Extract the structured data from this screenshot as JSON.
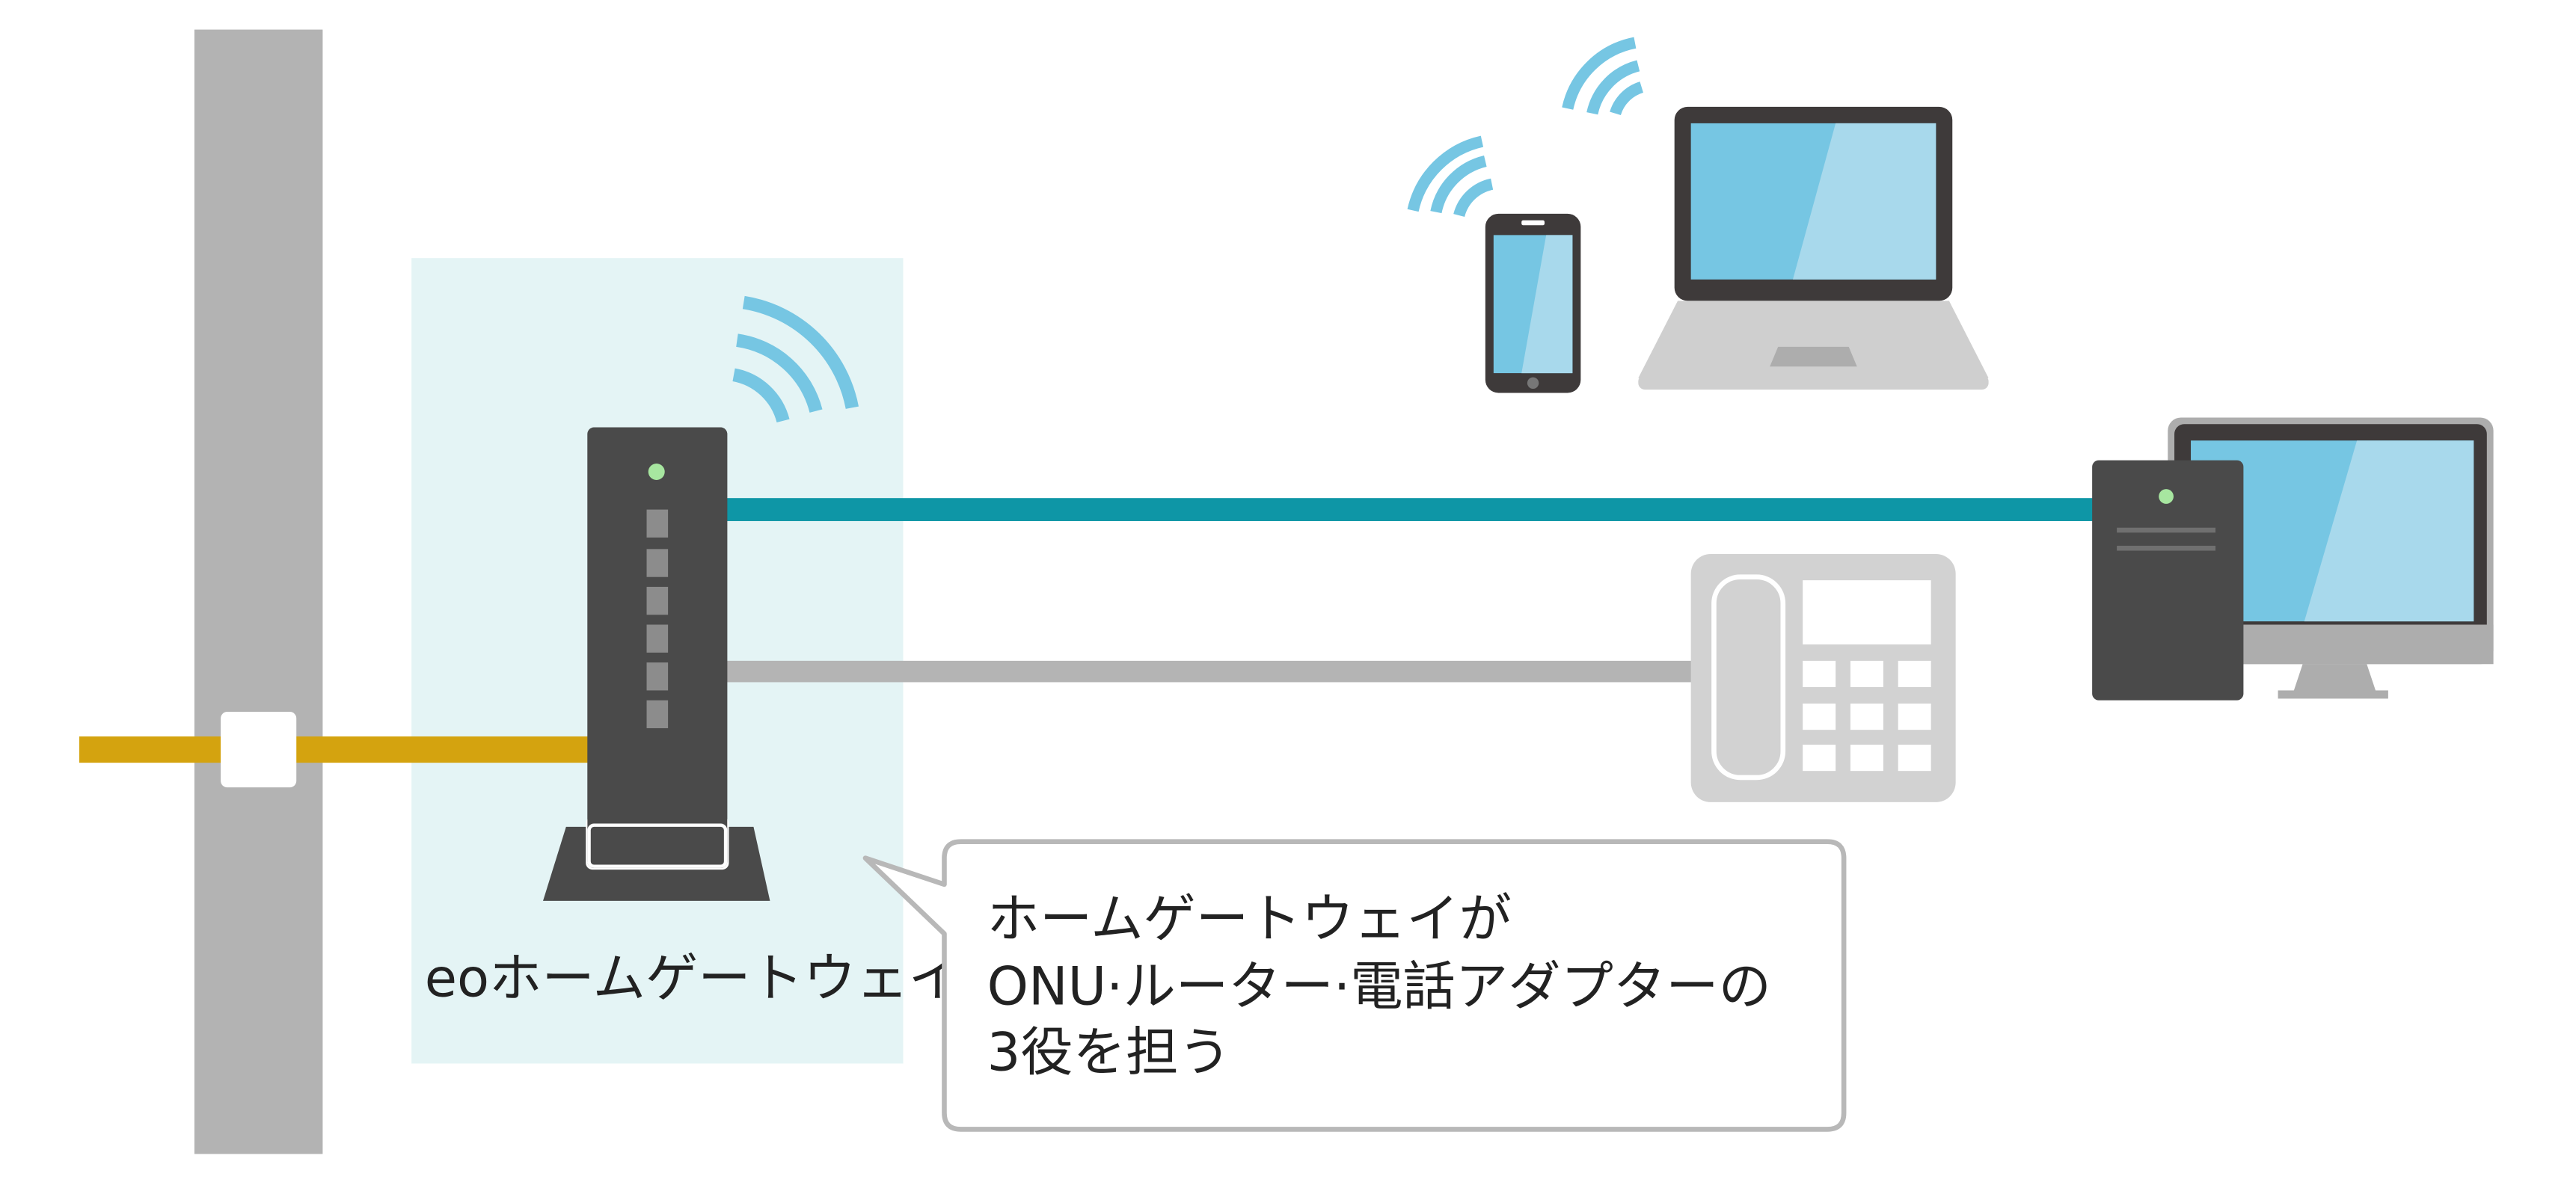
{
  "device_label": "eoホームゲートウェイ",
  "callout": {
    "lines": [
      "ホームゲートウェイが",
      "ONU·ルーター·電話アダプターの",
      "3役を担う"
    ]
  },
  "icons": {
    "pole": "utility-pole",
    "gateway": "home-gateway-icon",
    "smartphone": "smartphone-icon",
    "laptop": "laptop-icon",
    "desktop": "desktop-pc-icon",
    "phone": "landline-phone-icon",
    "wifi": "wifi-signal-icon"
  },
  "colors": {
    "fiber_line": "#D4A30F",
    "lan_line": "#0E96A6",
    "phone_line": "#B4B4B4",
    "gateway_body": "#4A4A4A",
    "highlight_area": "#E4F4F5",
    "wifi": "#76C6E3",
    "screen": "#76C6E3",
    "pole": "#B3B3B3"
  }
}
